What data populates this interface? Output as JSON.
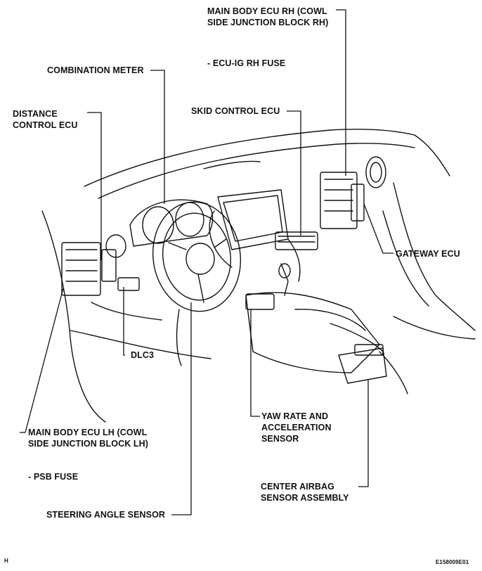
{
  "labels": {
    "main_body_ecu_rh": "MAIN BODY ECU RH (COWL\nSIDE JUNCTION BLOCK RH)",
    "ecu_ig_rh_fuse": "- ECU-IG RH FUSE",
    "combination_meter": "COMBINATION METER",
    "distance_control_ecu": "DISTANCE\nCONTROL ECU",
    "skid_control_ecu": "SKID CONTROL ECU",
    "gateway_ecu": "GATEWAY ECU",
    "dlc3": "DLC3",
    "yaw_rate_sensor": "YAW RATE AND\nACCELERATION\nSENSOR",
    "main_body_ecu_lh": "MAIN BODY ECU LH (COWL\nSIDE JUNCTION BLOCK LH)",
    "psb_fuse": "- PSB FUSE",
    "center_airbag_sensor": "CENTER AIRBAG\nSENSOR ASSEMBLY",
    "steering_angle_sensor": "STEERING ANGLE SENSOR"
  },
  "corner_mark": "H",
  "figure_code": "E158009E01",
  "colors": {
    "ink": "#111111",
    "background": "#ffffff"
  }
}
